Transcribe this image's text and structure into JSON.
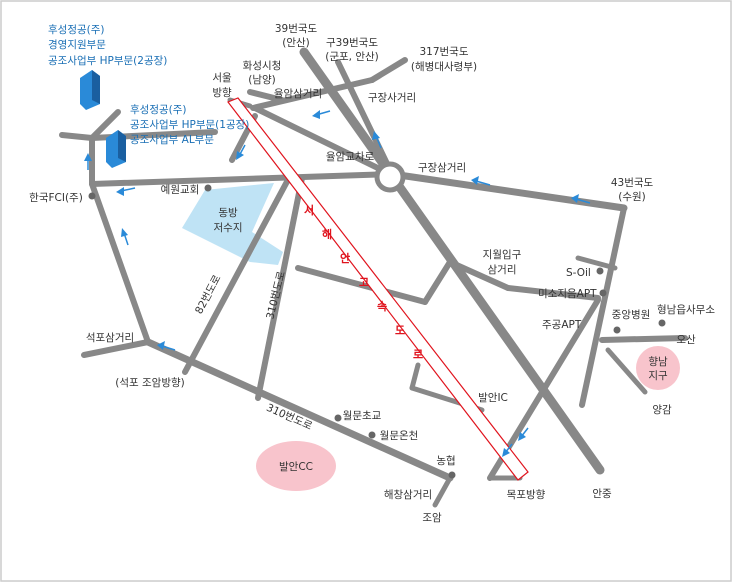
{
  "map": {
    "companies": {
      "plant2": {
        "line1": "후성정공(주)",
        "line2": "경영지원부문",
        "line3": "공조사업부 HP부문(2공장)"
      },
      "plant1": {
        "line1": "후성정공(주)",
        "line2": "공조사업부 HP부문(1공장)",
        "line3": "공조사업부 AL부문"
      }
    },
    "roads": {
      "rd39": {
        "line1": "39번국도",
        "line2": "(안산)"
      },
      "old39": {
        "line1": "구39번국도",
        "line2": "(군포, 안산)"
      },
      "rd317": {
        "line1": "317번국도",
        "line2": "(해병대사령부)"
      },
      "rd43": {
        "line1": "43번국도",
        "line2": "(수원)"
      },
      "rd82": "82번도로",
      "rd310a": "310번도로",
      "rd310b": "310번도로",
      "yuram_road": "율암교차로",
      "expressway": [
        "서",
        "해",
        "안",
        "고",
        "속",
        "도",
        "로"
      ]
    },
    "places": {
      "seoul": {
        "line1": "서울",
        "line2": "방향"
      },
      "hwaseong_hall": {
        "line1": "화성시청",
        "line2": "(남양)"
      },
      "yuram_junction": "율암삼거리",
      "gujang_junction": "구장사거리",
      "gujang_3way": "구장삼거리",
      "yewon_church": "예원교회",
      "korea_fci": "한국FCI(주)",
      "dongbang_reservoir": {
        "line1": "동방",
        "line2": "저수지"
      },
      "jiwol_entrance": {
        "line1": "지월입구",
        "line2": "삼거리"
      },
      "soil": "S-Oil",
      "miso_apt": "미소지음APT",
      "jugong_apt": "주공APT",
      "jungang_hospital": "중앙병원",
      "hyangnam_office": "형남읍사무소",
      "osan": "오산",
      "hyangnam_district": {
        "line1": "향남",
        "line2": "지구"
      },
      "yanggam": "양감",
      "seokpo_junction": "석포삼거리",
      "seokpo_joam": "(석포 조암방향)",
      "balan_ic": "발안IC",
      "wolmun_elem": "월문초교",
      "wolmun_spa": "월문온천",
      "balan_cc": "발안CC",
      "nonghyup": "농협",
      "haechang_junction": "해창삼거리",
      "mokpo": "목포방향",
      "anjung": "안중",
      "joam": "조암"
    },
    "colors": {
      "road": "#888888",
      "arrow": "#2a8ad8",
      "expressway": "#e0141e",
      "water": "#bfe3f5",
      "pink": "#f8c4cc"
    }
  }
}
